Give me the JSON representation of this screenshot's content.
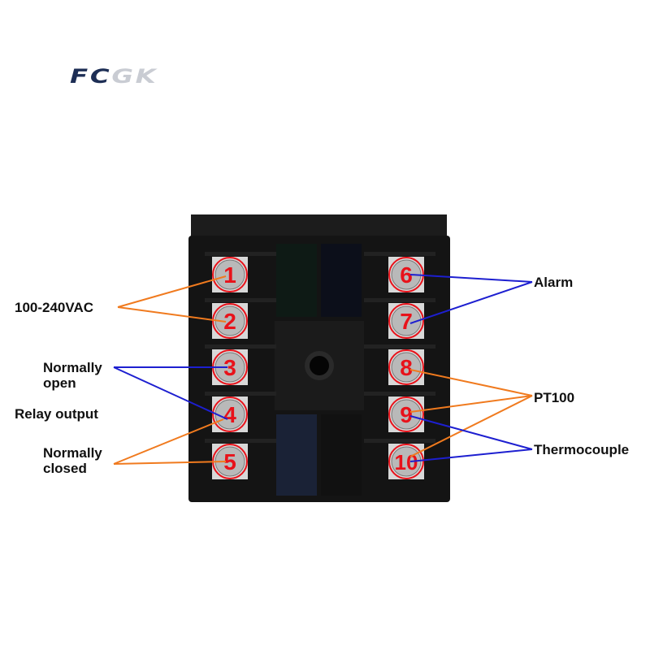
{
  "logo": {
    "text": "FCGK",
    "part1": "FC",
    "part2": "GK"
  },
  "labels": {
    "power": "100-240VAC",
    "alarm": "Alarm",
    "normally_open": "Normally open",
    "normally_open_l1": "Normally",
    "normally_open_l2": "open",
    "relay_output": "Relay output",
    "normally_closed_l1": "Normally",
    "normally_closed_l2": "closed",
    "pt100": "PT100",
    "thermocouple": "Thermocouple"
  },
  "terminals": {
    "left": [
      "1",
      "2",
      "3",
      "4",
      "5"
    ],
    "right": [
      "6",
      "7",
      "8",
      "9",
      "10"
    ]
  },
  "colors": {
    "orange": "#f07a1e",
    "blue": "#1d1fd0",
    "red": "#e8121a",
    "body": "#141414"
  }
}
